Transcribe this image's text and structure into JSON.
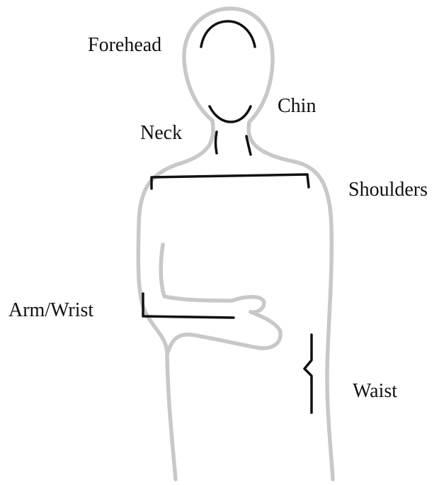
{
  "diagram": {
    "labels": {
      "forehead": "Forehead",
      "chin": "Chin",
      "neck": "Neck",
      "shoulders": "Shoulders",
      "arm_wrist": "Arm/Wrist",
      "waist": "Waist"
    },
    "colors": {
      "body_outline": "#c8c8c8",
      "measurement_marks": "#111111",
      "label_text": "#111111",
      "background": "#ffffff"
    }
  }
}
